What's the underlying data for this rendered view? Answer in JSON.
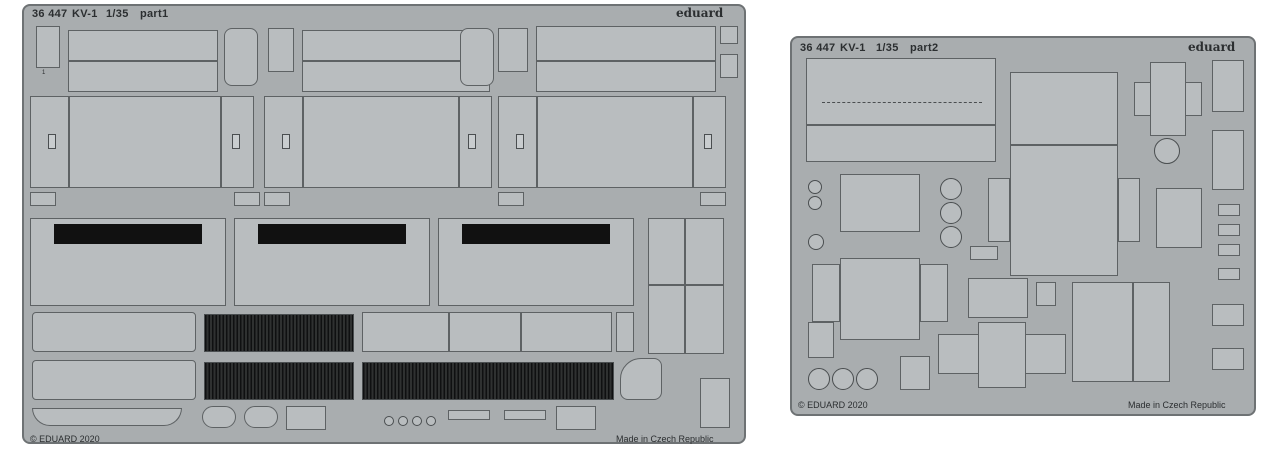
{
  "sheet1": {
    "code": "36 447",
    "model": "KV-1",
    "scale": "1/35",
    "part": "part1",
    "brand": "eduard",
    "copyright": "© EDUARD 2020",
    "made_in": "Made in Czech Republic"
  },
  "sheet2": {
    "code": "36 447",
    "model": "KV-1",
    "scale": "1/35",
    "part": "part2",
    "brand": "eduard",
    "copyright": "© EDUARD 2020",
    "made_in": "Made in Czech Republic"
  },
  "colors": {
    "fret": "#a9adaf",
    "part": "#b9bdbf",
    "outline": "#5e6264",
    "paint": "#111111"
  }
}
